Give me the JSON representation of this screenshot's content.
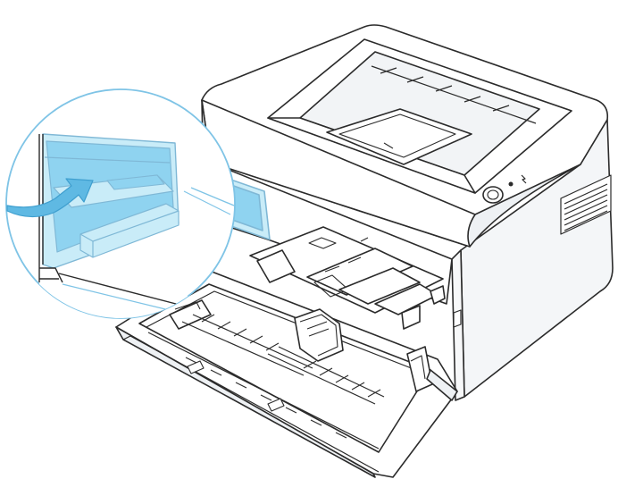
{
  "illustration": {
    "subject": "printer-with-open-paper-tray",
    "callout": {
      "shape": "circle",
      "contents": "tray-rail-guide-detail",
      "arrow": "insert-arrow"
    },
    "colors": {
      "outline": "#2b2b2b",
      "body": "#ffffff",
      "body_shadow": "#e9ecef",
      "highlight_blue": "#8fd3f0",
      "highlight_blue_light": "#c9ecf8",
      "arrow_blue": "#5fb9e3",
      "callout_ring": "#7fc4e6"
    },
    "panel": {
      "power_button_icon": "power-button-icon",
      "indicator_icon": "status-led-icon"
    }
  }
}
